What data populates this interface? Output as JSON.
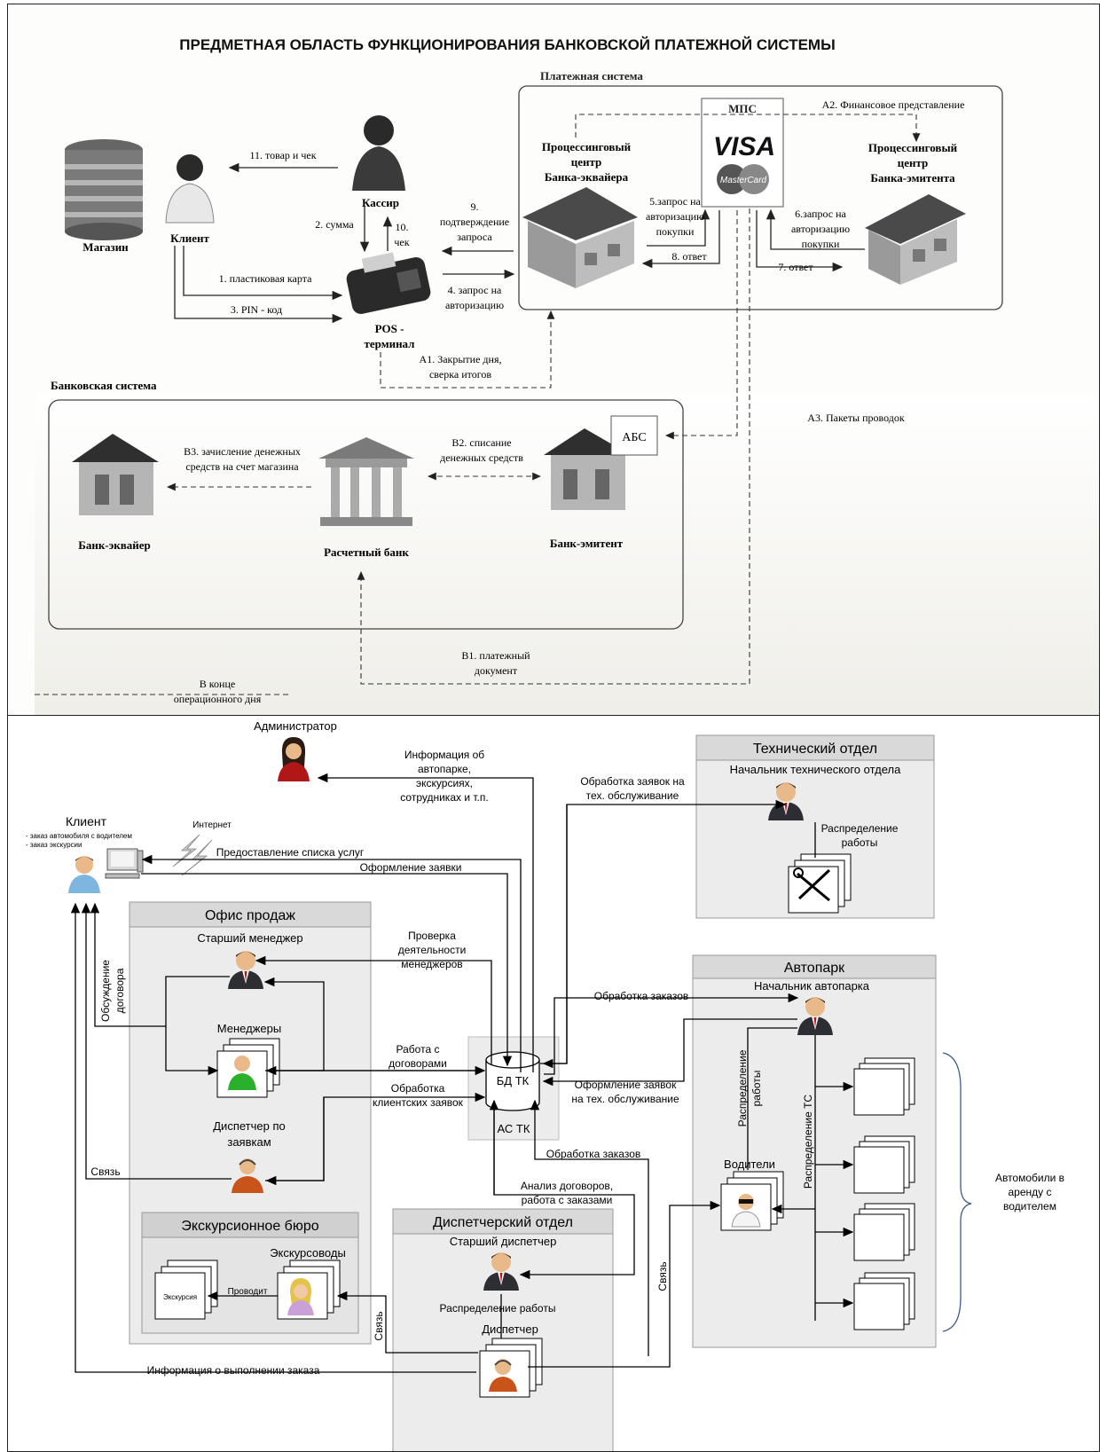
{
  "top": {
    "title": "ПРЕДМЕТНАЯ ОБЛАСТЬ ФУНКЦИОНИРОВАНИЯ БАНКОВСКОЙ ПЛАТЕЖНОЙ СИСТЕМЫ",
    "payment_system_label": "Платежная система",
    "bank_system_label": "Банковская  система",
    "nodes": {
      "shop": "Магазин",
      "client": "Клиент",
      "cashier": "Кассир",
      "pos": [
        "POS -",
        "терминал"
      ],
      "proc_acq": [
        "Процессинговый",
        "центр",
        "Банка-эквайера"
      ],
      "mps": "МПС",
      "visa": "VISA",
      "mastercard": "MasterCard",
      "proc_iss": [
        "Процессинговый",
        "центр",
        "Банка-эмитента"
      ],
      "bank_acq": "Банк-эквайер",
      "settle_bank": "Расчетный банк",
      "bank_iss": "Банк-эмитент",
      "abs": "АБС"
    },
    "labels": {
      "l11": "11. товар и чек",
      "l2": "2. сумма",
      "l10": [
        "10.",
        "чек"
      ],
      "l9": [
        "9.",
        "подтверждение",
        "запроса"
      ],
      "l1": "1. пластиковая карта",
      "l3": "3. PIN - код",
      "l4": [
        "4. запрос на",
        "авторизацию"
      ],
      "l5": [
        "5.запрос на",
        "авторизацию",
        "покупки"
      ],
      "l8": "8. ответ",
      "l6": [
        "6.запрос на",
        "авторизацию",
        "покупки"
      ],
      "l7": "7. ответ",
      "a2": "А2. Финансовое представление",
      "a1": [
        "А1. Закрытие дня,",
        "сверка итогов"
      ],
      "a3": "А3. Пакеты проводок",
      "b3": [
        "В3. зачисление денежных",
        "средств на счет магазина"
      ],
      "b2": [
        "В2. списание",
        "денежных средств"
      ],
      "b1": [
        "В1. платежный",
        "документ"
      ],
      "eod": [
        "В конце",
        "операционного дня"
      ]
    }
  },
  "bottom": {
    "admin": "Администратор",
    "client": "Клиент",
    "client_notes": [
      "- заказ автомобиля с водителем",
      "- заказ экскурсии"
    ],
    "internet": "Интернет",
    "info_admin": [
      "Информация об",
      "автопарке,",
      "экскурсиях,",
      "сотрудниках и т.п."
    ],
    "services": "Предоставление списка услуг",
    "order_form": "Оформление заявки",
    "tech_processing": [
      "Обработка заявок на",
      "тех. обслуживание"
    ],
    "tech_dept": "Технический отдел",
    "tech_head": "Начальник технического отдела",
    "work_dist": [
      "Распределение",
      "работы"
    ],
    "sales_office": "Офис продаж",
    "senior_manager": "Старший менеджер",
    "check_managers": [
      "Проверка",
      "деятельности",
      "менеджеров"
    ],
    "contract_discussion": [
      "Обсуждение",
      "договора"
    ],
    "managers": "Менеджеры",
    "work_contracts": [
      "Работа с",
      "договорами"
    ],
    "client_requests": [
      "Обработка",
      "клиентских заявок"
    ],
    "db": "БД ТК",
    "as": "АС ТК",
    "dispatcher_req": [
      "Диспетчер по",
      "заявкам"
    ],
    "link": "Связь",
    "orders_processing": "Обработка заказов",
    "tech_requests": [
      "Оформление заявок",
      "на тех. обслуживание"
    ],
    "autopark": "Автопарк",
    "autopark_head": "Начальник автопарка",
    "drivers": "Водители",
    "work_dist_v": [
      "Распределение",
      "работы"
    ],
    "ts_dist": "Распределение ТС",
    "cars_label": [
      "Автомобили в",
      "аренду с",
      "водителем"
    ],
    "excursion_bureau": "Экскурсионное бюро",
    "guides": "Экскурсоводы",
    "conducts": "Проводит",
    "excursion": "Экскурсия",
    "analysis": [
      "Анализ договоров,",
      "работа с заказами"
    ],
    "dispatch_dept": "Диспетчерский отдел",
    "senior_dispatcher": "Старший диспетчер",
    "work_dist_single": "Распределение работы",
    "dispatcher": "Диспетчер",
    "order_done": "Информация о выполнении заказа"
  }
}
